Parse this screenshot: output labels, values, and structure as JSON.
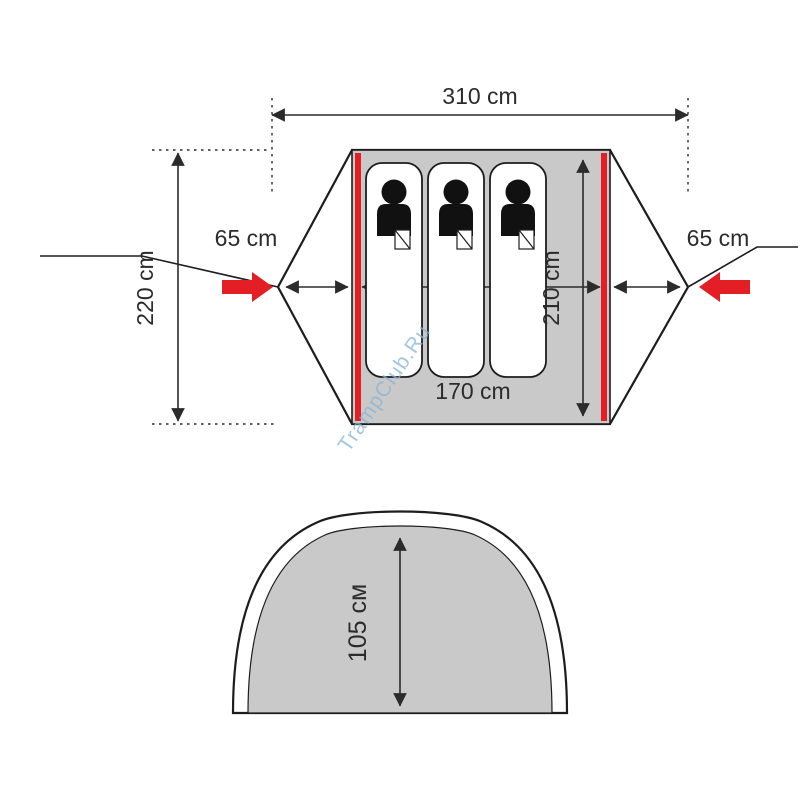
{
  "diagram": {
    "title_hint": "tent-dimensions-diagram",
    "top_view": {
      "total_width": "310 cm",
      "left_vestibule": "65 cm",
      "right_vestibule": "65 cm",
      "outer_depth": "220 cm",
      "inner_depth": "210 cm",
      "inner_width": "170 cm"
    },
    "front_view": {
      "height": "105 см"
    },
    "watermark": "TrampClub.Ru",
    "colors": {
      "accent_red": "#e31e25",
      "floor_gray": "#c9c9c9",
      "watermark_blue": "#85b4d8",
      "line_dark": "#2b2b2b"
    }
  }
}
